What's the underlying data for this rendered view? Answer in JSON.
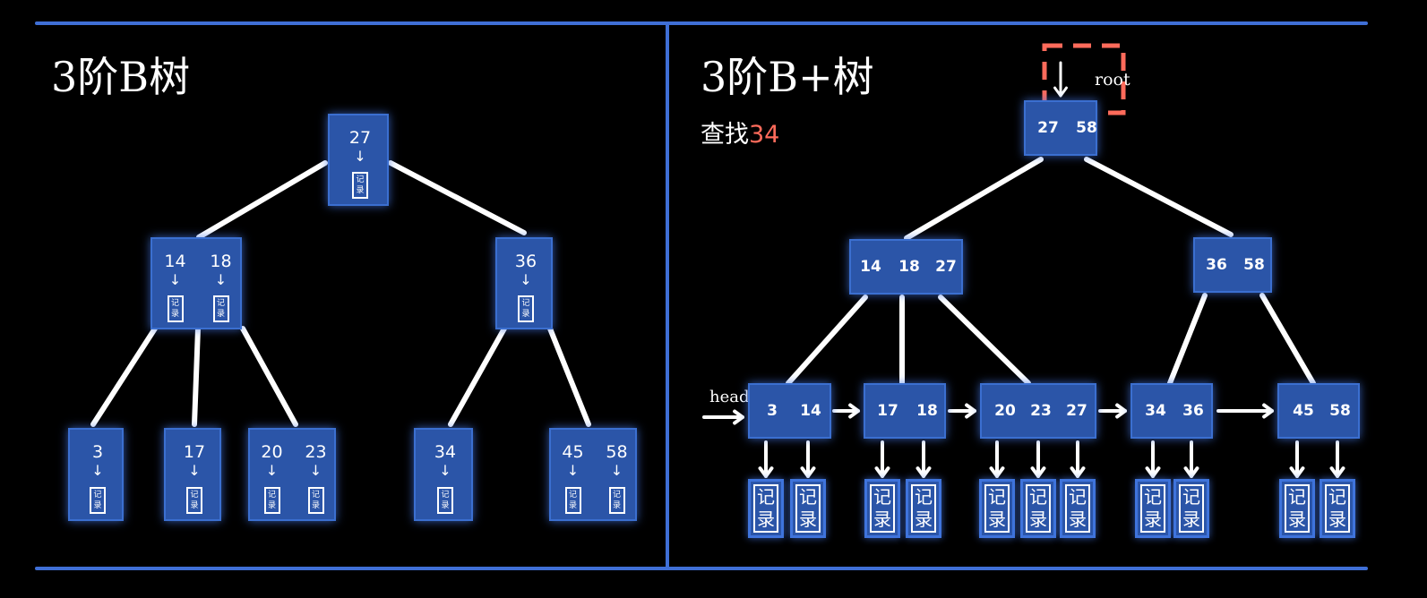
{
  "left_panel": {
    "title": "3阶B树",
    "record_label": "记录",
    "root": {
      "keys": [
        "27"
      ]
    },
    "level1": [
      {
        "keys": [
          "14",
          "18"
        ]
      },
      {
        "keys": [
          "36"
        ]
      }
    ],
    "leaves": [
      {
        "keys": [
          "3"
        ]
      },
      {
        "keys": [
          "17"
        ]
      },
      {
        "keys": [
          "20",
          "23"
        ]
      },
      {
        "keys": [
          "34"
        ]
      },
      {
        "keys": [
          "45",
          "58"
        ]
      }
    ]
  },
  "right_panel": {
    "title": "3阶B+树",
    "search_prefix": "查找",
    "search_value": "34",
    "root_label": "root",
    "head_label": "head",
    "record_label": "记录",
    "root": {
      "keys": [
        "27",
        "58"
      ]
    },
    "level1": [
      {
        "keys": [
          "14",
          "18",
          "27"
        ]
      },
      {
        "keys": [
          "36",
          "58"
        ]
      }
    ],
    "leaves": [
      {
        "keys": [
          "3",
          "14"
        ]
      },
      {
        "keys": [
          "17",
          "18"
        ]
      },
      {
        "keys": [
          "20",
          "23",
          "27"
        ]
      },
      {
        "keys": [
          "34",
          "36"
        ]
      },
      {
        "keys": [
          "45",
          "58"
        ]
      }
    ]
  },
  "colors": {
    "node": "#2b55a8",
    "divider": "#3f6fd6",
    "highlight": "#ff6b5b"
  }
}
